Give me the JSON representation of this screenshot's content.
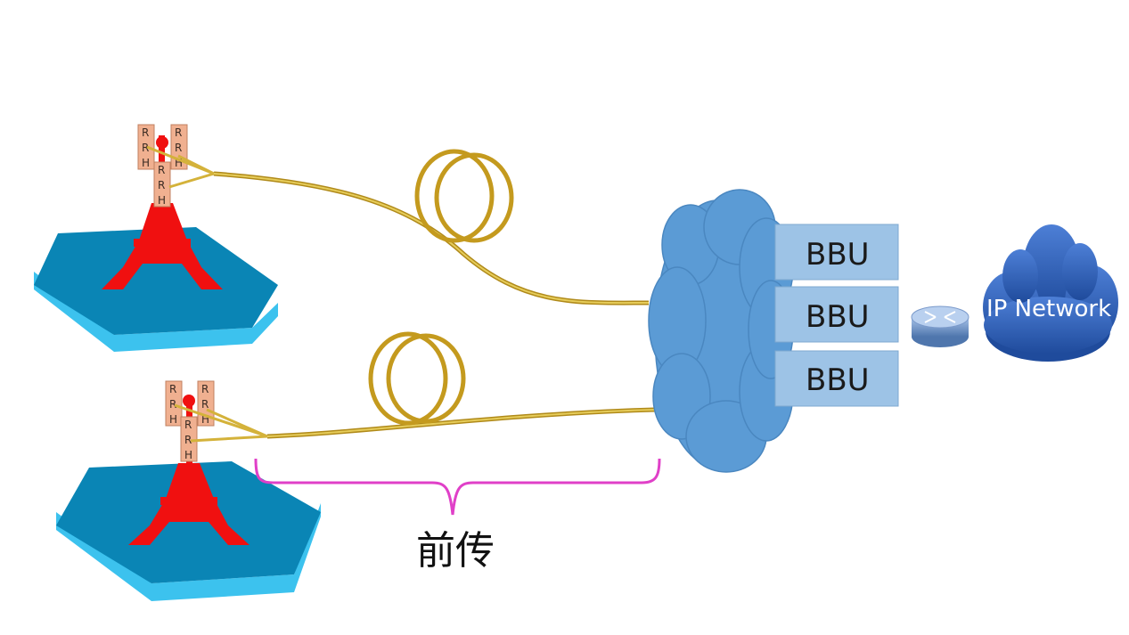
{
  "rrh_letters": [
    "R",
    "R",
    "H"
  ],
  "bbu_units": [
    {
      "label": "BBU"
    },
    {
      "label": "BBU"
    },
    {
      "label": "BBU"
    }
  ],
  "ip_network": {
    "label": "IP Network"
  },
  "fronthaul": {
    "label": "前传",
    "color": "#e040c8"
  },
  "colors": {
    "hexagon_top": "#0a85b5",
    "hexagon_side": "#3cc2ee",
    "tower": "#f01010",
    "rrh_box": "#f0b090",
    "fiber": "#d4b23a",
    "fiber_dark": "#b08a1a",
    "pool_cloud": "#5b9bd5",
    "bbu_box": "#9dc3e6",
    "ip_cloud": "#2e5db5",
    "router": "#6a8ec0"
  },
  "icons": [
    "tower-icon",
    "router-icon",
    "fiber-coil-icon",
    "cloud-icon"
  ]
}
